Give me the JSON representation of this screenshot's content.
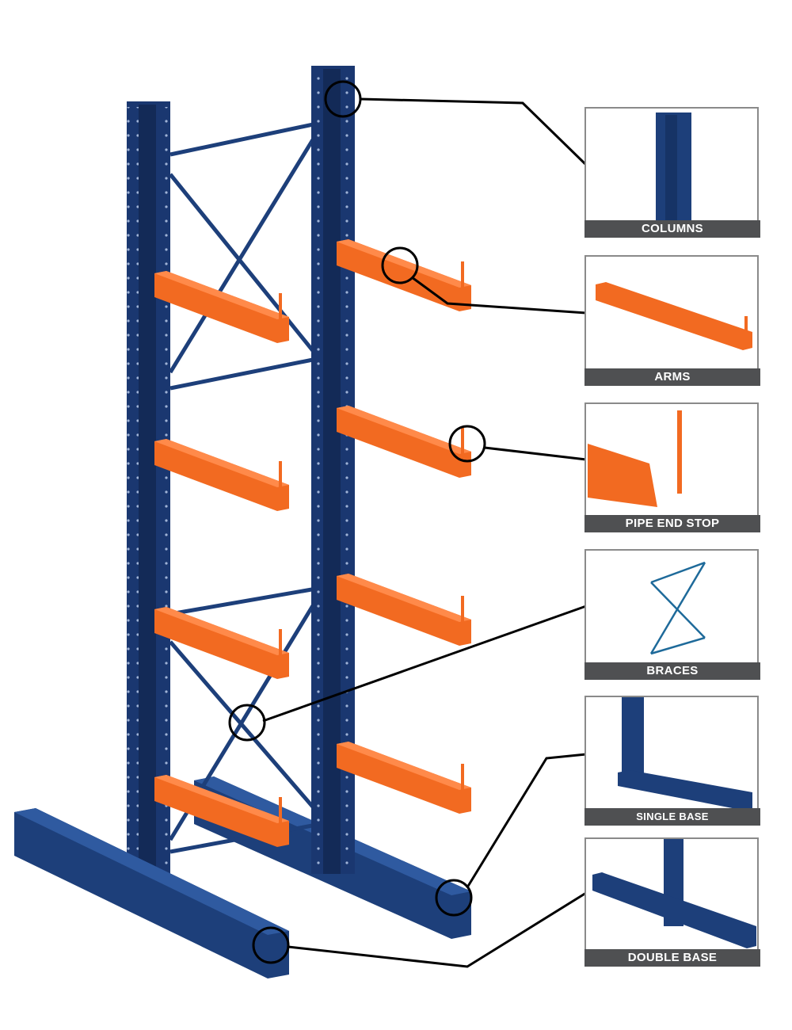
{
  "title": "Cantilever rack components",
  "colors": {
    "column": "#1d3f7a",
    "arm": "#f26a21",
    "label_bg": "#4f5052",
    "callout": "#000000"
  },
  "components": [
    {
      "id": "columns",
      "label": "COLUMNS"
    },
    {
      "id": "arms",
      "label": "ARMS"
    },
    {
      "id": "pipe-end-stop",
      "label": "PIPE END STOP"
    },
    {
      "id": "braces",
      "label": "BRACES"
    },
    {
      "id": "single-base",
      "label": "SINGLE BASE"
    },
    {
      "id": "double-base",
      "label": "DOUBLE BASE"
    }
  ]
}
